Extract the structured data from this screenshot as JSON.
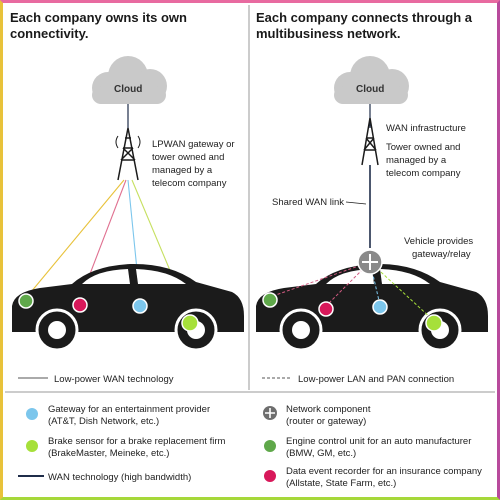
{
  "left_panel": {
    "title_line1": "Each company owns its own",
    "title_line2": "connectivity.",
    "cloud": "Cloud",
    "tower_note_1": "LPWAN gateway or",
    "tower_note_2": "tower owned and",
    "tower_note_3": "managed by a",
    "tower_note_4": "telecom company",
    "line_legend": "Low-power WAN technology"
  },
  "right_panel": {
    "title_line1": "Each company connects through a",
    "title_line2": "multibusiness network.",
    "cloud": "Cloud",
    "wan_infra": "WAN infrastructure",
    "tower_note_1": "Tower owned and",
    "tower_note_2": "managed by a",
    "tower_note_3": "telecom company",
    "shared_link": "Shared WAN link",
    "vehicle_note_1": "Vehicle provides",
    "vehicle_note_2": "gateway/relay",
    "line_legend": "Low-power LAN and PAN connection"
  },
  "legend": {
    "gateway_1": "Gateway for an entertainment provider",
    "gateway_2": "(AT&T, Dish Network, etc.)",
    "brake_1": "Brake sensor for a brake replacement firm",
    "brake_2": "(BrakeMaster, Meineke, etc.)",
    "wan_tech": "WAN technology (high bandwidth)",
    "network_1": "Network component",
    "network_2": "(router or gateway)",
    "ecu_1": "Engine control unit for an auto manufacturer",
    "ecu_2": "(BMW, GM, etc.)",
    "recorder_1": "Data event recorder for an insurance company",
    "recorder_2": "(Allstate, State Farm, etc.)"
  },
  "colors": {
    "gateway_blue": "#7cc6ec",
    "brake_green": "#a6e03a",
    "ecu_green": "#5fa84a",
    "recorder_magenta": "#d8185a",
    "wan_navy": "#1f2d4a",
    "cloud_grey": "#c9c9c9",
    "car_black": "#1b1b1b"
  }
}
